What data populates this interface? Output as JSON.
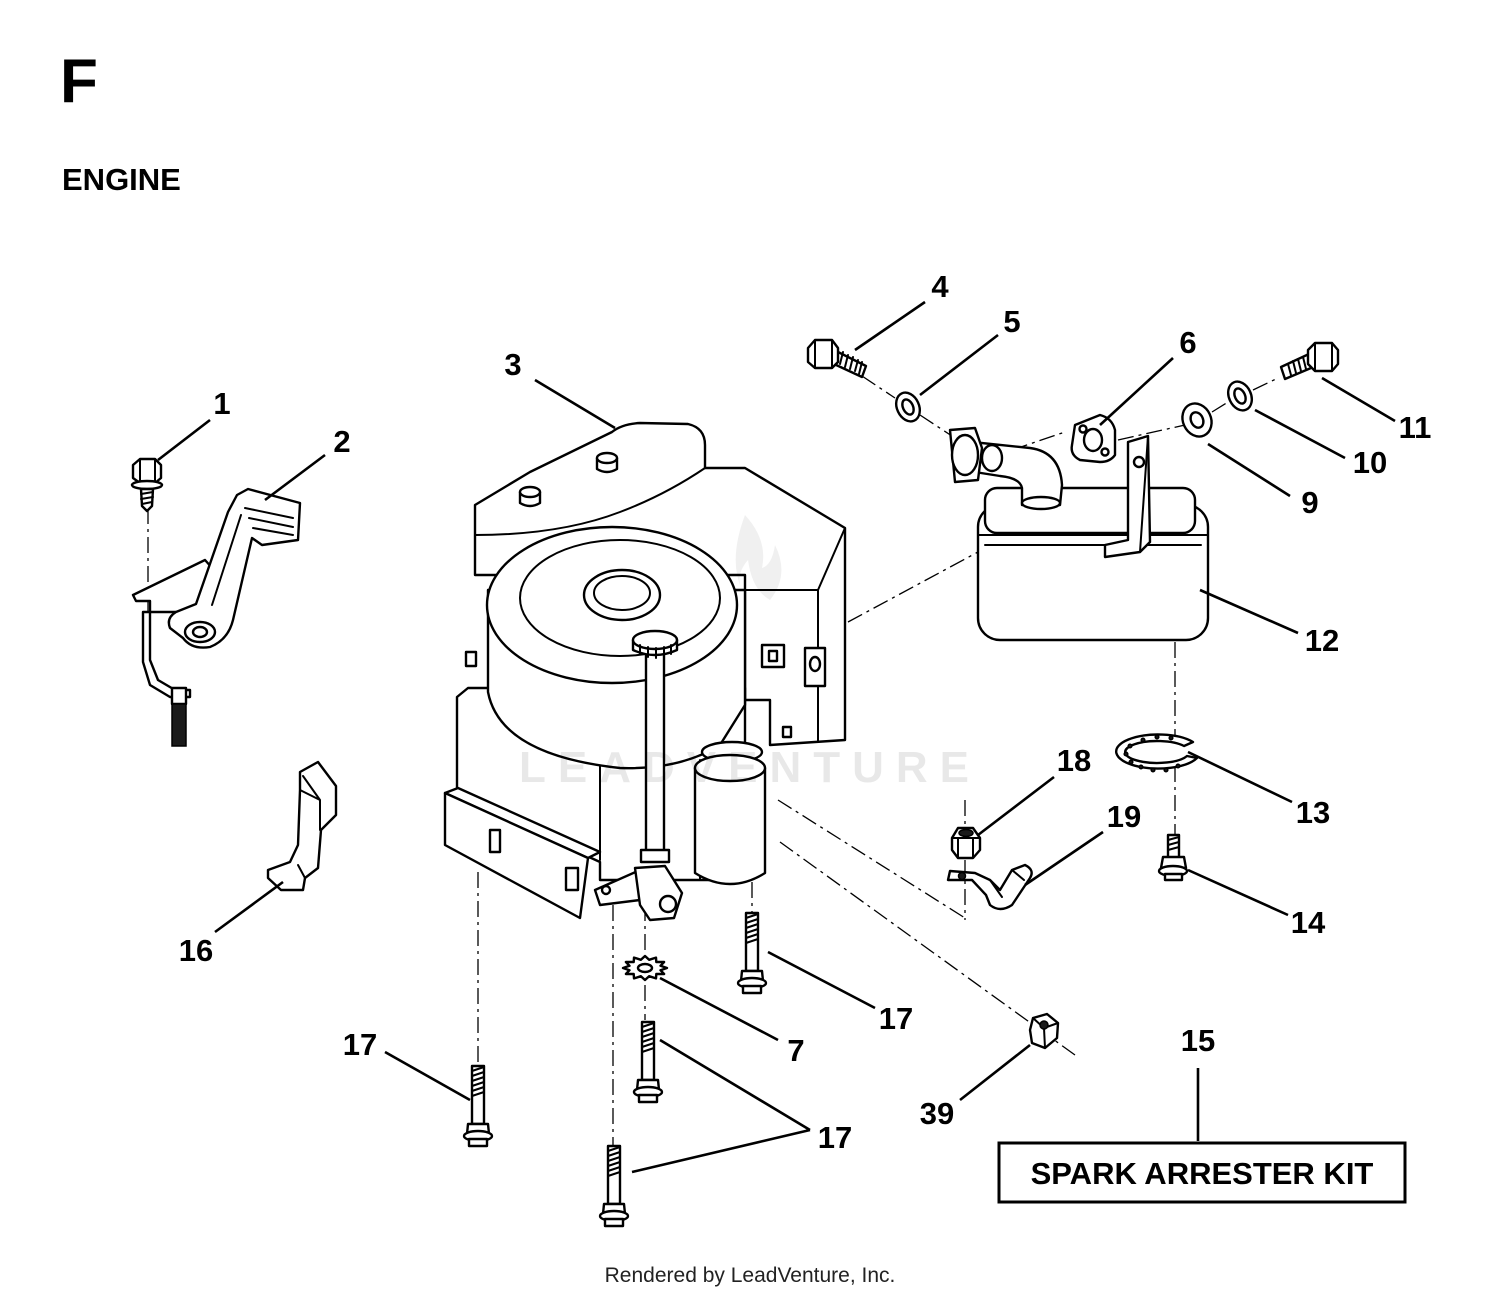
{
  "header": {
    "section_letter": "F",
    "title": "ENGINE"
  },
  "callouts": [
    "1",
    "2",
    "3",
    "4",
    "5",
    "6",
    "11",
    "10",
    "9",
    "12",
    "18",
    "19",
    "13",
    "14",
    "16",
    "17",
    "7",
    "17",
    "15",
    "39",
    "17"
  ],
  "kit_box": {
    "label": "SPARK ARRESTER KIT"
  },
  "watermark": "LEADVENTURE",
  "footer": {
    "credit": "Rendered by LeadVenture, Inc."
  }
}
